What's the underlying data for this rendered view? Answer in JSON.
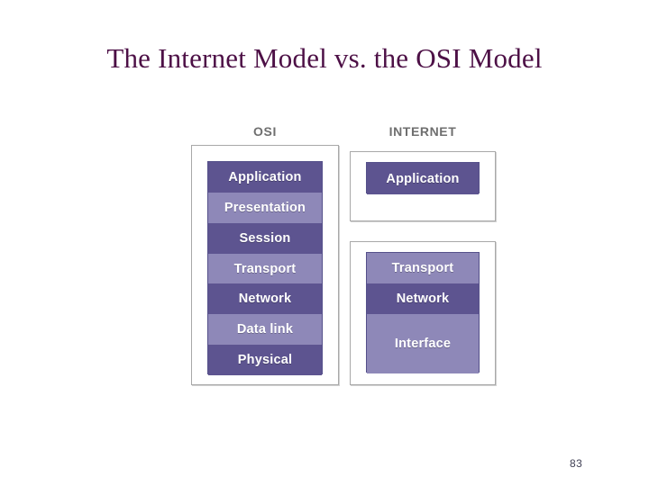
{
  "slide": {
    "title": "The Internet Model vs. the OSI Model",
    "page_number": "83",
    "title_color": "#4d1046",
    "background_color": "#ffffff"
  },
  "diagram": {
    "type": "layered-stack-comparison",
    "colors": {
      "layer_dark": "#5d5490",
      "layer_light": "#8e88b8",
      "layer_border": "#55508a",
      "panel_border": "#a8a8a8",
      "header_text": "#6f6f6f",
      "layer_text": "#ffffff"
    },
    "columns": [
      {
        "header": "OSI",
        "panels": [
          {
            "name": "osi-stack",
            "layers": [
              {
                "label": "Application",
                "shade": "dark"
              },
              {
                "label": "Presentation",
                "shade": "light"
              },
              {
                "label": "Session",
                "shade": "dark"
              },
              {
                "label": "Transport",
                "shade": "light"
              },
              {
                "label": "Network",
                "shade": "dark"
              },
              {
                "label": "Data link",
                "shade": "light"
              },
              {
                "label": "Physical",
                "shade": "dark"
              }
            ]
          }
        ]
      },
      {
        "header": "INTERNET",
        "panels": [
          {
            "name": "internet-application-stack",
            "layers": [
              {
                "label": "Application",
                "shade": "dark"
              }
            ]
          },
          {
            "name": "internet-lower-stack",
            "layers": [
              {
                "label": "Transport",
                "shade": "light"
              },
              {
                "label": "Network",
                "shade": "dark"
              },
              {
                "label": "Interface",
                "shade": "light"
              }
            ]
          }
        ]
      }
    ]
  }
}
